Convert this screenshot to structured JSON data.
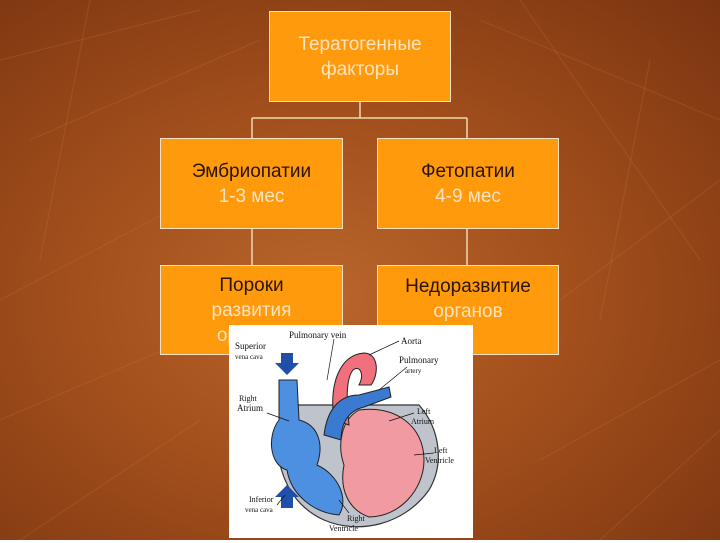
{
  "diagram": {
    "root": {
      "line1": "Тератогенные",
      "line2": "факторы"
    },
    "left_child": {
      "line1": "Эмбриопатии",
      "line2": "1-3 мес"
    },
    "right_child": {
      "line1": "Фетопатии",
      "line2": "4-9 мес"
    },
    "left_leaf": {
      "line1": "Пороки",
      "line2": "развития",
      "line3": "органов"
    },
    "right_leaf": {
      "line1": "Недоразвитие",
      "line2": "органов"
    }
  },
  "heart_image": {
    "labels": {
      "superior": "Superior",
      "superior_sub": "vena cava",
      "pulmonary_vein": "Pulmonary vein",
      "aorta": "Aorta",
      "pulmonary": "Pulmonary",
      "artery": "artery",
      "right": "Right",
      "atrium": "Atrium",
      "left": "Left",
      "left_atrium": "Atrium",
      "left_v": "Left",
      "ventricle": "Ventricle",
      "inferior": "Inferior",
      "inferior_sub": "vena cava",
      "right_v": "Right",
      "right_ventricle": "Ventricle"
    }
  },
  "colors": {
    "box_fill": "#ff9a0d",
    "box_border": "#f3e1c4",
    "text_dark": "#2b1400",
    "text_light": "#fbe3bd",
    "connector": "#f0d8b0",
    "background": "#a24f1c"
  }
}
